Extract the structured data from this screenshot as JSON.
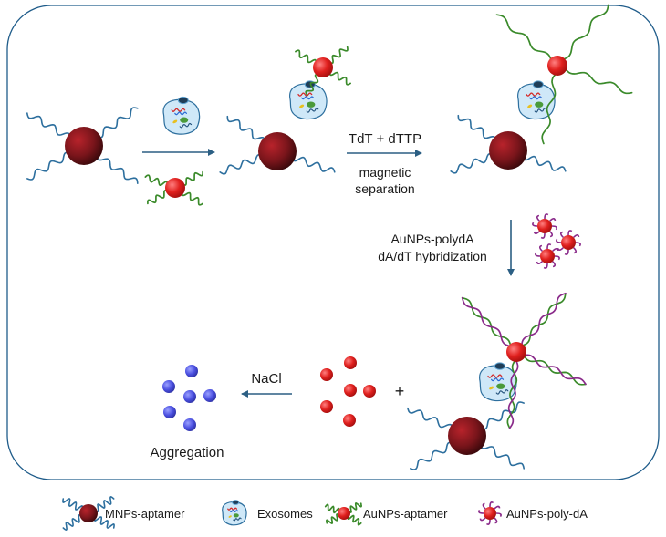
{
  "steps": {
    "step1_line1": "TdT + dTTP",
    "step1_line2": "magnetic",
    "step1_line3": "separation",
    "step2_line1": "AuNPs-polydA",
    "step2_line2": "dA/dT hybridization",
    "step3": "NaCl",
    "plus": "+",
    "result": "Aggregation"
  },
  "legend": {
    "mnps": "MNPs-aptamer",
    "exosomes": "Exosomes",
    "aunps_aptamer": "AuNPs-aptamer",
    "aunps_polyda": "AuNPs-poly-dA"
  },
  "colors": {
    "frame": "#1f5c8a",
    "arrow": "#2c5f84",
    "mnp_core": "#5a0f12",
    "aunp": "#e02020",
    "aptamer_strand": "#2d6f9e",
    "polydt_strand": "#3a8a2a",
    "polyda_strand": "#8a2a8a",
    "dispersed_aunp": "#d81e1e",
    "aggregated_aunp": "#3b3fd0",
    "exosome_fill": "#cfe8f8"
  }
}
